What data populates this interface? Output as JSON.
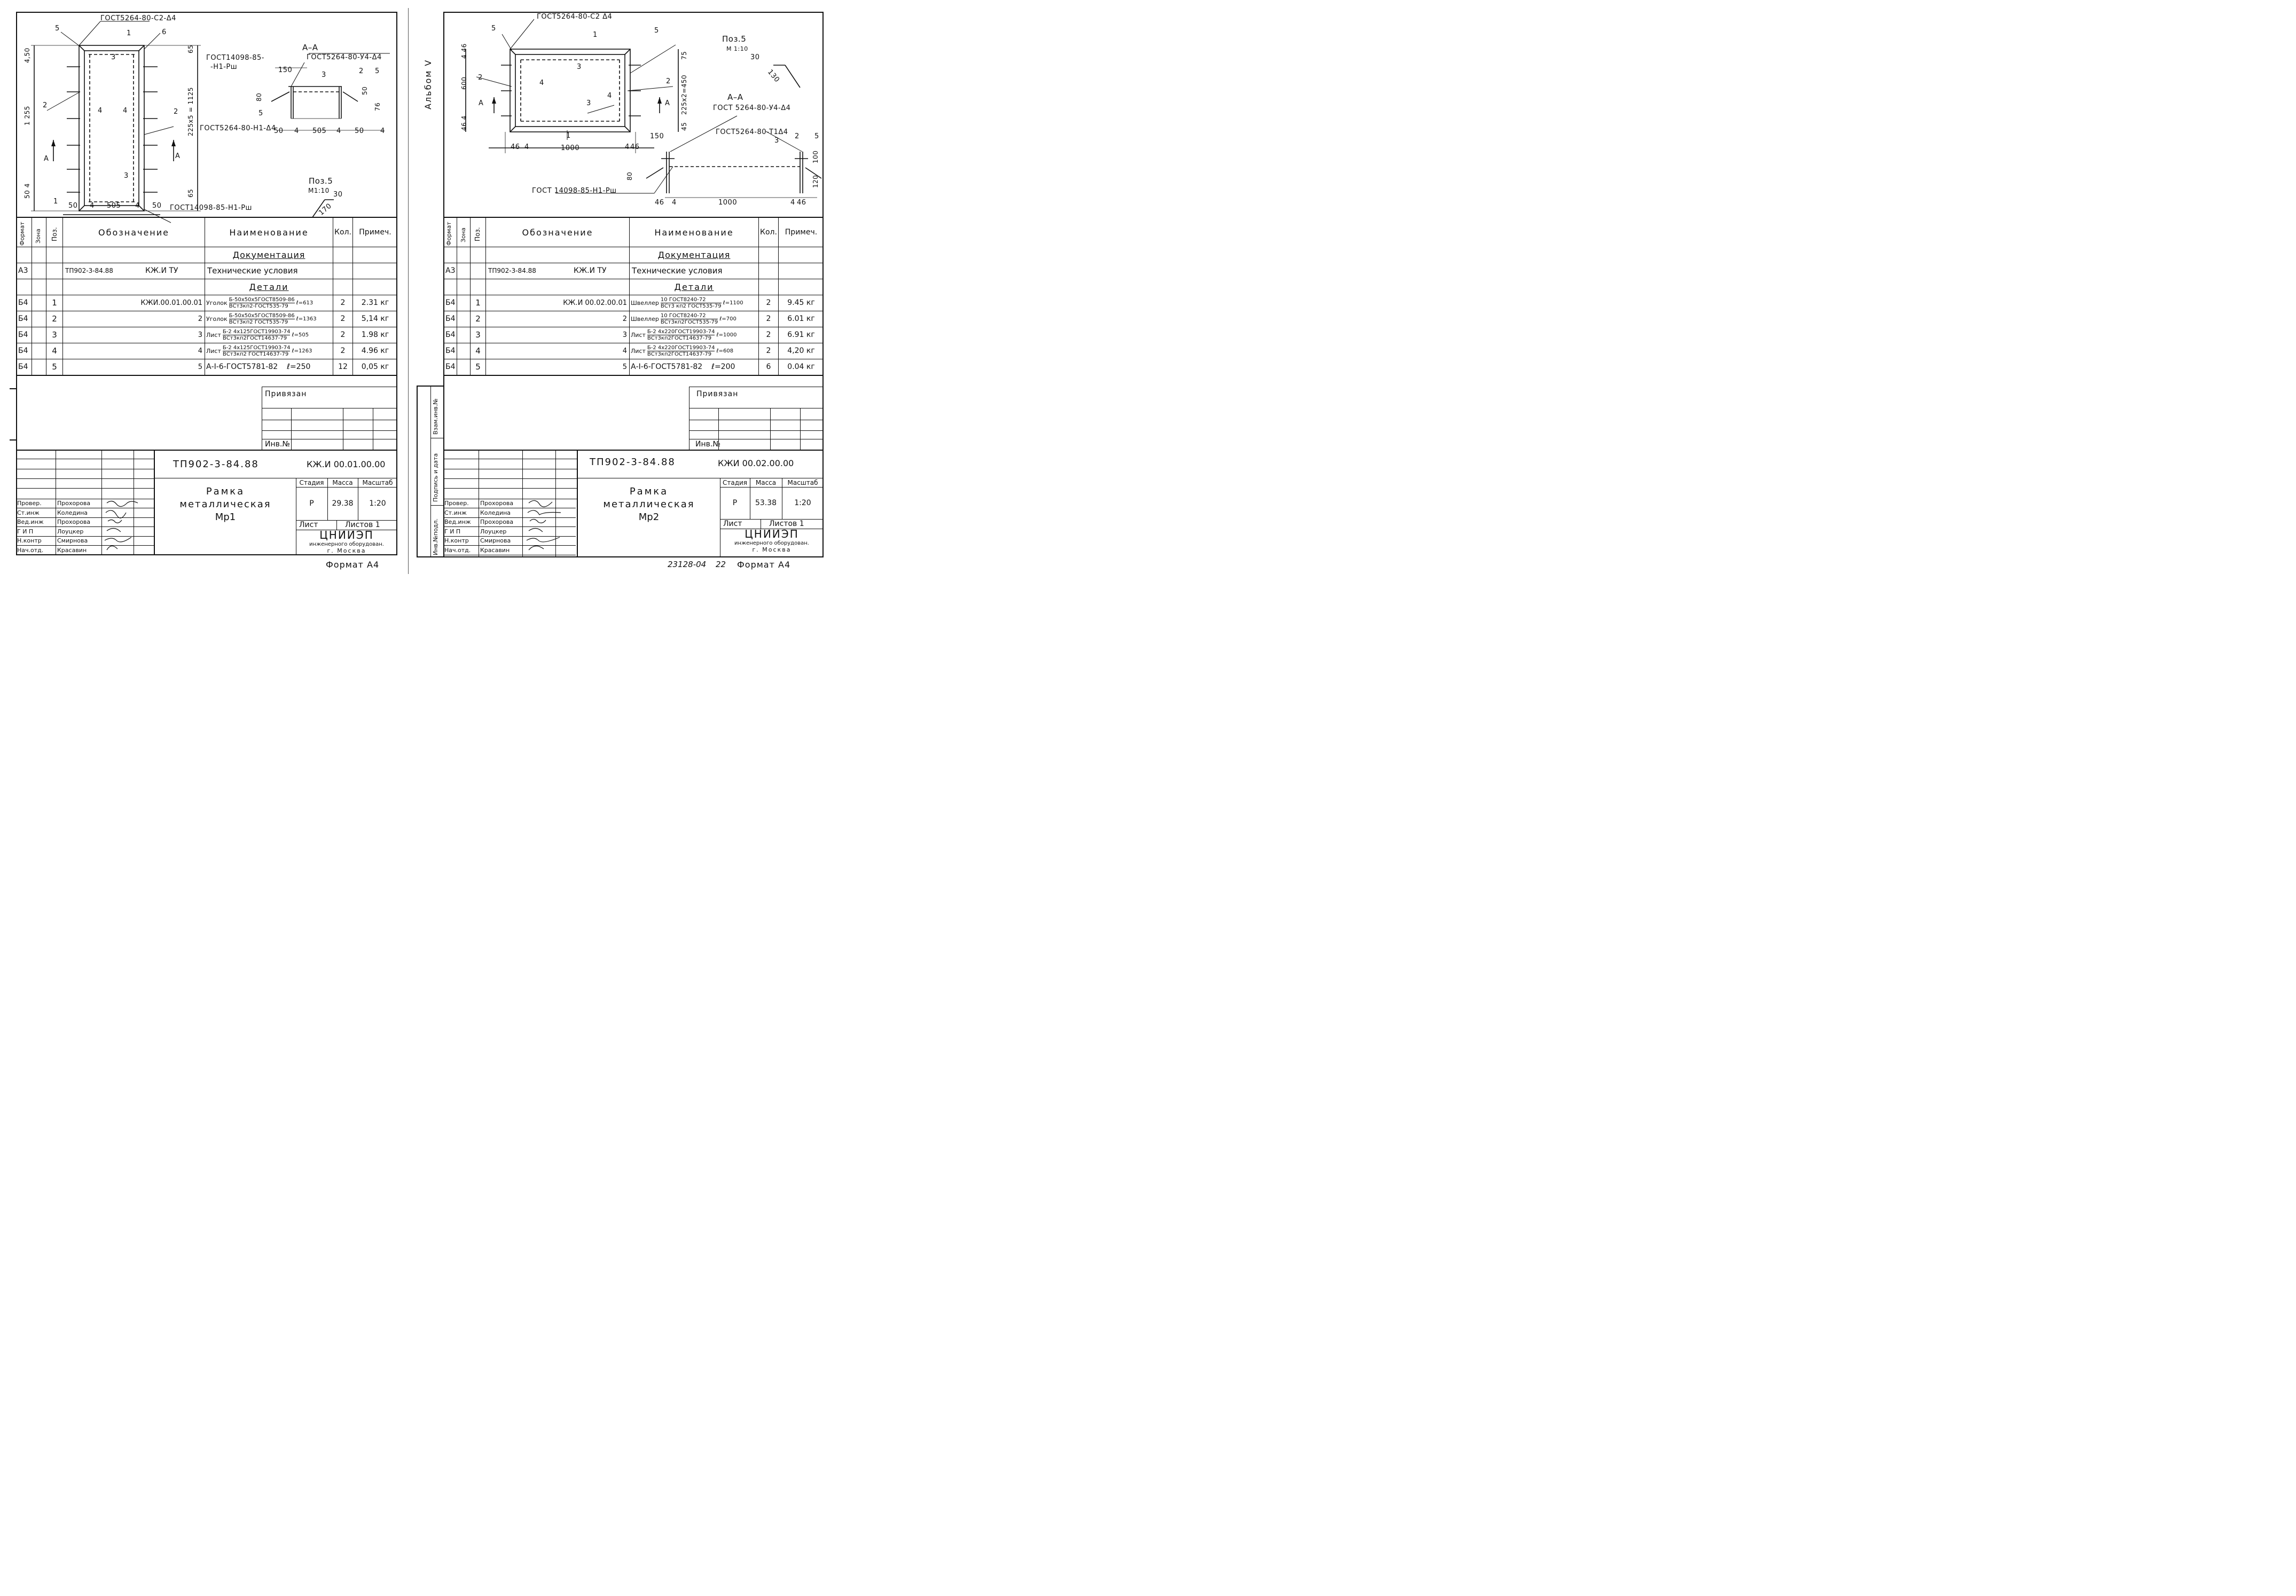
{
  "sheets": [
    {
      "drawing": {
        "gost_top": "ГОСТ5264-80-С2-Δ4",
        "section_title": "А–А",
        "gost_section": "ГОСТ5264-80-У4-Δ4",
        "gost_left": "ГОСТ14098-85-",
        "gost_left2": "-Н1-Рш",
        "gost_mid": "ГОСТ5264-80-Н1-Δ4",
        "gost_bottom": "ГОСТ14098-85-Н1-Рш",
        "pos5_title": "Поз.5",
        "pos5_scale": "М1:10",
        "pos5_d1": "30",
        "pos5_d2": "170",
        "labels": {
          "dim_450": "4,50",
          "dim_1255": "1 255",
          "dim_504": "50 4",
          "dim_225": "225х5 = 1125",
          "dim_65a": "65",
          "dim_65b": "65",
          "dim_50a": "50",
          "dim_4a": "4",
          "dim_505": "505",
          "dim_4b": "4",
          "dim_50b": "50",
          "sec_150": "150",
          "sec_80": "80",
          "sec_50a": "50",
          "sec_4a": "4",
          "sec_505": "505",
          "sec_4b": "4",
          "sec_50b": "50",
          "sec_76": "76",
          "sec_50c": "50",
          "sec_4c": "4",
          "p1": "1",
          "p2": "2",
          "p3": "3",
          "p4": "4",
          "p5": "5",
          "p6": "6",
          "arrow": "А"
        }
      },
      "spec": {
        "headers": [
          "Формат",
          "Зона",
          "Поз.",
          "Обозначение",
          "Наименование",
          "Кол.",
          "Примеч."
        ],
        "section_docs": "Документация",
        "section_parts": "Детали",
        "doc_row": {
          "format": "А3",
          "code": "ТП902-3-84.88",
          "code2": "КЖ.И ТУ",
          "name": "Технические условия"
        },
        "rows": [
          {
            "format": "Б4",
            "pos": "1",
            "designation": "КЖИ.00.01.00.01",
            "name": "Уголок",
            "spec_top": "Б-50х50х5ГОСТ8509-86",
            "spec_bot": "ВСт3кп2-ГОСТ535-79",
            "len": "ℓ=613",
            "qty": "2",
            "note": "2.31 кг"
          },
          {
            "format": "Б4",
            "pos": "2",
            "designation": "2",
            "name": "Уголок",
            "spec_top": "Б-50х50х5ГОСТ8509-86",
            "spec_bot": "ВСт3кп2 ГОСТ535-79",
            "len": "ℓ=1363",
            "qty": "2",
            "note": "5,14 кг"
          },
          {
            "format": "Б4",
            "pos": "3",
            "designation": "3",
            "name": "Лист",
            "spec_top": "Б-2 4х125ГОСТ19903-74",
            "spec_bot": "ВСт3кп2ГОСТ14637-79",
            "len": "ℓ=505",
            "qty": "2",
            "note": "1.98 кг"
          },
          {
            "format": "Б4",
            "pos": "4",
            "designation": "4",
            "name": "Лист",
            "spec_top": "Б-2 4х125ГОСТ19903-74",
            "spec_bot": "ВСт3кп2 ГОСТ14637-79",
            "len": "ℓ=1263",
            "qty": "2",
            "note": "4.96 кг"
          },
          {
            "format": "Б4",
            "pos": "5",
            "designation": "5",
            "name": "А-Ӏ-6-ГОСТ5781-82",
            "spec_top": "",
            "spec_bot": "",
            "len": "ℓ=250",
            "qty": "12",
            "note": "0,05 кг"
          }
        ]
      },
      "stamp": {
        "privyazan": "Привязан",
        "inv": "Инв.№",
        "project": "ТП902-3-84.88",
        "code": "КЖ.И 00.01.00.00",
        "title1": "Рамка",
        "title2": "металлическая",
        "title3": "Мр1",
        "stage_h": "Стадия",
        "mass_h": "Масса",
        "scale_h": "Масштаб",
        "stage": "Р",
        "mass": "29.38",
        "scale": "1:20",
        "sheet": "Лист",
        "sheets": "Листов 1",
        "org1": "ЦНИИЭП",
        "org2": "инженерного оборудован.",
        "org3": "г. Москва",
        "roles": [
          "Провер.",
          "Ст.инж",
          "Вед.инж",
          "Г И П",
          "Н.контр",
          "Нач.отд."
        ],
        "names": [
          "Прохорова",
          "Коледина",
          "Прохорова",
          "Лоуцкер",
          "Смирнова",
          "Красавин"
        ],
        "format": "Формат А4"
      }
    },
    {
      "drawing": {
        "gost_top": "ГОСТ5264-80-С2 Δ4",
        "section_title": "А–А",
        "gost_section": "ГОСТ 5264-80-У4-Δ4",
        "gost_t": "ГОСТ5264-80-Т1Δ4",
        "gost_bottom": "ГОСТ 14098-85-Н1-Рш",
        "pos5_title": "Поз.5",
        "pos5_scale": "М 1:10",
        "pos5_d1": "30",
        "pos5_d2": "130",
        "album": "Альбом Ⅴ",
        "labels": {
          "dim_446": "4 46",
          "dim_600": "600",
          "dim_464": "46 4",
          "dim_225": "225х2=450",
          "dim_75": "75",
          "dim_45": "45",
          "dim_46a": "46",
          "dim_4a": "4",
          "dim_1000": "1000",
          "dim_4b": "4",
          "dim_46b": "46",
          "sec_150": "150",
          "sec_80": "80",
          "sec_100": "100",
          "sec_120": "120",
          "sec_46a": "46",
          "sec_4a": "4",
          "sec_1000": "1000",
          "sec_4b": "4",
          "sec_46b": "46",
          "p1": "1",
          "p2": "2",
          "p3": "3",
          "p4": "4",
          "p5": "5",
          "arrow": "А"
        }
      },
      "spec": {
        "headers": [
          "Формат",
          "Зона",
          "Поз.",
          "Обозначение",
          "Наименование",
          "Кол.",
          "Примеч."
        ],
        "section_docs": "Документация",
        "section_parts": "Детали",
        "doc_row": {
          "format": "А3",
          "code": "ТП902-3-84.88",
          "code2": "КЖ.И ТУ",
          "name": "Технические условия"
        },
        "rows": [
          {
            "format": "Б4",
            "pos": "1",
            "designation": "КЖ.И 00.02.00.01",
            "name": "Швеллер",
            "spec_top": "10 ГОСТ8240-72",
            "spec_bot": "ВСт3 кп2 ГОСТ535-79",
            "len": "ℓ=1100",
            "qty": "2",
            "note": "9.45 кг"
          },
          {
            "format": "Б4",
            "pos": "2",
            "designation": "2",
            "name": "Швеллер",
            "spec_top": "10 ГОСТ8240-72",
            "spec_bot": "ВСт3кп2ГОСТ535-79",
            "len": "ℓ=700",
            "qty": "2",
            "note": "6.01 кг"
          },
          {
            "format": "Б4",
            "pos": "3",
            "designation": "3",
            "name": "Лист",
            "spec_top": "Б-2 4х220ГОСТ19903-74",
            "spec_bot": "ВСт3кп2ГОСТ14637-79",
            "len": "ℓ=1000",
            "qty": "2",
            "note": "6.91 кг"
          },
          {
            "format": "Б4",
            "pos": "4",
            "designation": "4",
            "name": "Лист",
            "spec_top": "Б-2 4х220ГОСТ19903-74",
            "spec_bot": "ВСт3кп2ГОСТ14637-79",
            "len": "ℓ=608",
            "qty": "2",
            "note": "4,20 кг"
          },
          {
            "format": "Б4",
            "pos": "5",
            "designation": "5",
            "name": "А-Ӏ-6-ГОСТ5781-82",
            "spec_top": "",
            "spec_bot": "",
            "len": "ℓ=200",
            "qty": "6",
            "note": "0.04 кг"
          }
        ]
      },
      "stamp": {
        "privyazan": "Привязан",
        "inv": "Инв.№",
        "project": "ТП902-3-84.88",
        "code": "КЖИ 00.02.00.00",
        "title1": "Рамка",
        "title2": "металлическая",
        "title3": "Мр2",
        "stage_h": "Стадия",
        "mass_h": "Масса",
        "scale_h": "Масштаб",
        "stage": "Р",
        "mass": "53.38",
        "scale": "1:20",
        "sheet": "Лист",
        "sheets": "Листов 1",
        "org1": "ЦНИИЭП",
        "org2": "инженерного оборудован.",
        "org3": "г. Москва",
        "roles": [
          "Провер.",
          "Ст.инж",
          "Вед.инж",
          "Г И П",
          "Н.контр",
          "Нач.отд."
        ],
        "names": [
          "Прохорова",
          "Коледина",
          "Прохорова",
          "Лоуцкер",
          "Смирнова",
          "Красавин"
        ],
        "side_labels": [
          "Инв.№подл.",
          "Подпись и дата",
          "Взам.инв.№"
        ],
        "doc_number": "23128-04",
        "page": "22",
        "format": "Формат А4"
      }
    }
  ]
}
